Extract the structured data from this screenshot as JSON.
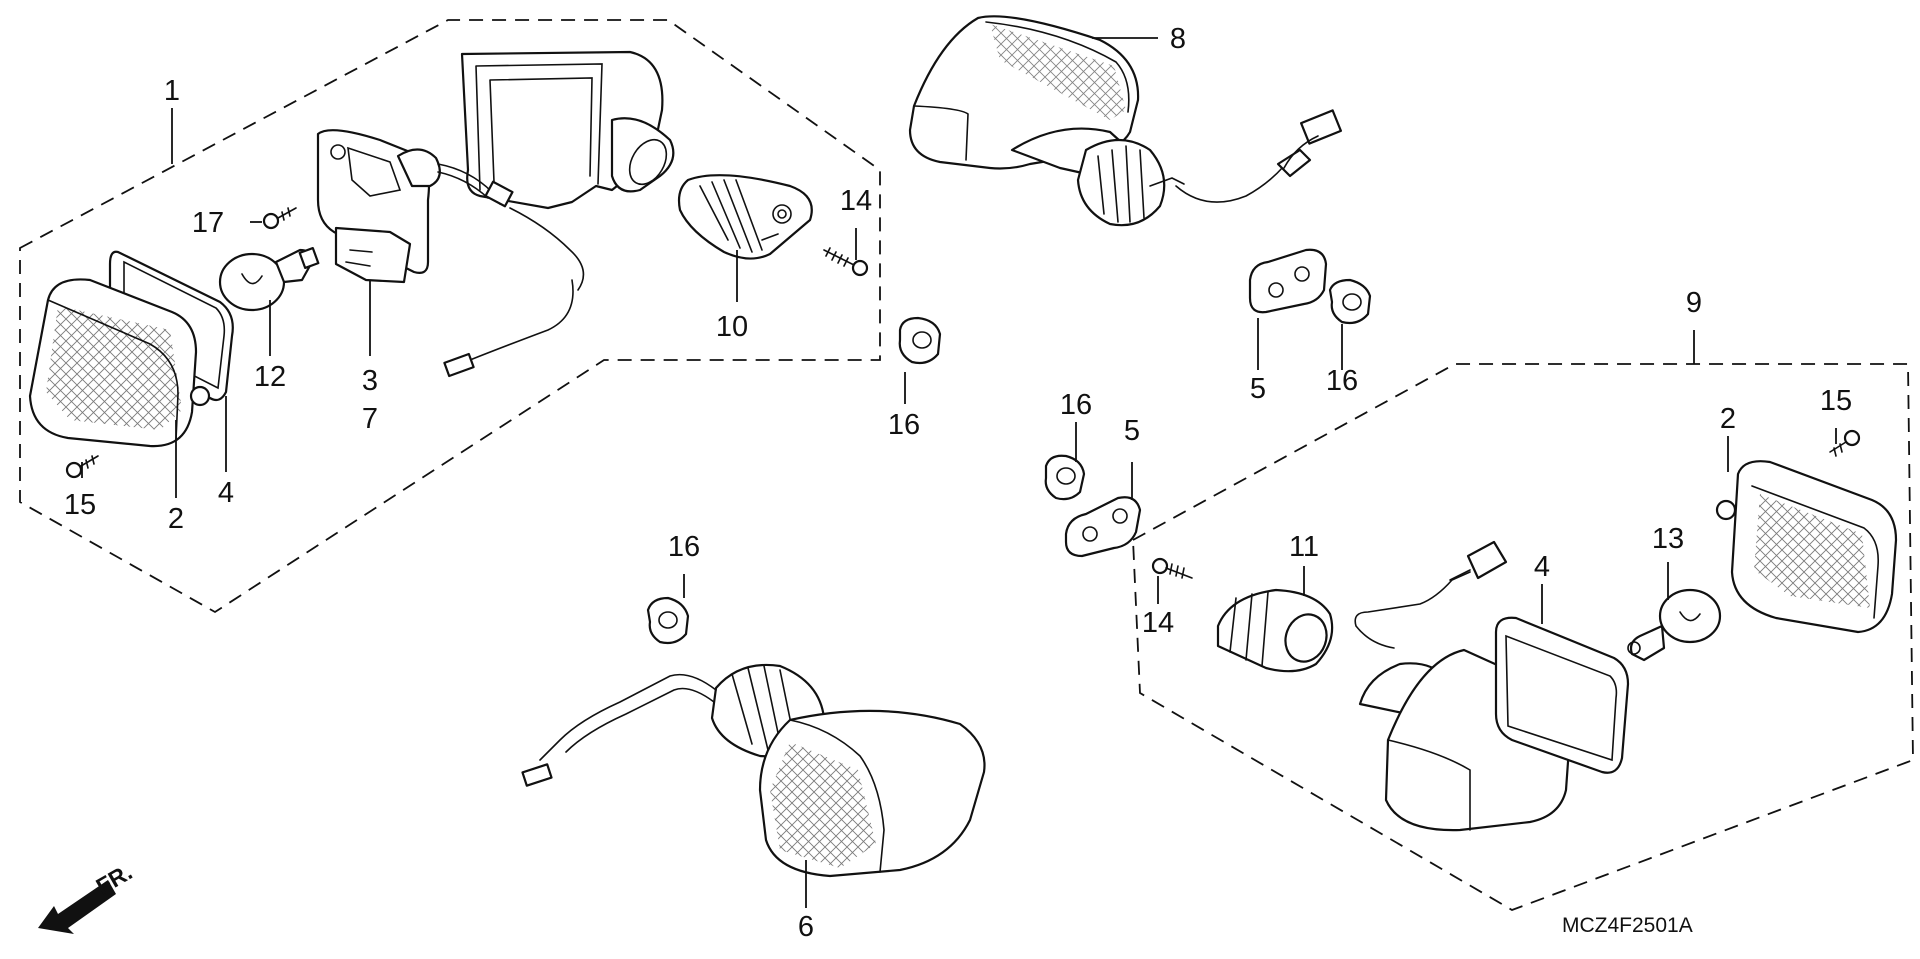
{
  "diagram": {
    "code": "MCZ4F2501A",
    "direction_label": "FR.",
    "callouts": [
      "1",
      "2",
      "3",
      "4",
      "5",
      "6",
      "7",
      "8",
      "9",
      "10",
      "11",
      "12",
      "13",
      "14",
      "15",
      "16",
      "17"
    ]
  }
}
